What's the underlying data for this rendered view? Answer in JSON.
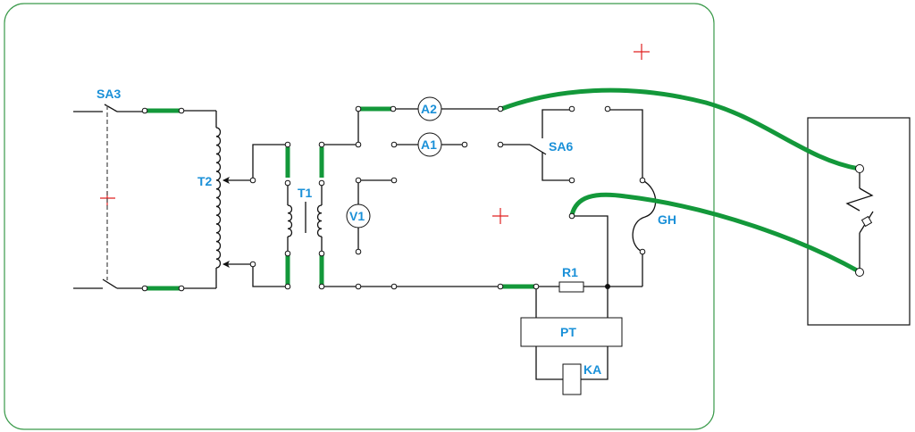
{
  "labels": {
    "sa3": "SA3",
    "t2": "T2",
    "t1": "T1",
    "v1": "V1",
    "a1": "A1",
    "a2": "A2",
    "sa6": "SA6",
    "gh": "GH",
    "r1": "R1",
    "pt": "PT",
    "ka": "KA"
  },
  "colors": {
    "wire": "#111111",
    "jumper": "#13983a",
    "label": "#1a90d8",
    "panel_border": "#3a9a4a",
    "marker": "#e02020"
  }
}
